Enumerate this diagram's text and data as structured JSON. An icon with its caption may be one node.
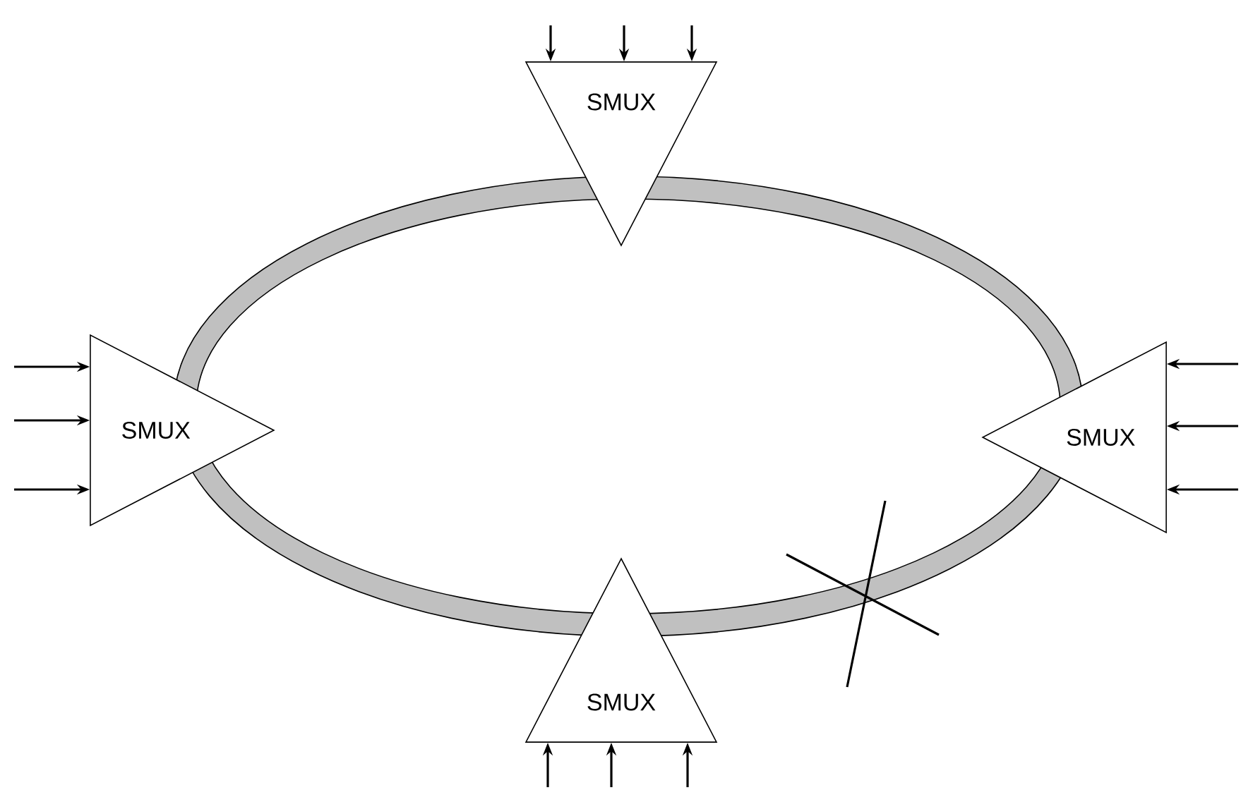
{
  "diagram": {
    "nodes": [
      {
        "text": [
          "SMUX"
        ]
      },
      {
        "text": [
          "SMUX"
        ]
      },
      {
        "text": [
          "SMUX"
        ]
      },
      {
        "text": [
          "SMUX"
        ]
      }
    ],
    "edges": [
      {
        "from": null,
        "to": 0,
        "arrow": "to"
      },
      {
        "from": null,
        "to": 0,
        "arrow": "to"
      },
      {
        "from": null,
        "to": 0,
        "arrow": "to"
      },
      {
        "from": null,
        "to": 1,
        "arrow": "to"
      },
      {
        "from": null,
        "to": 1,
        "arrow": "to"
      },
      {
        "from": null,
        "to": 1,
        "arrow": "to"
      },
      {
        "from": null,
        "to": 2,
        "arrow": "to"
      },
      {
        "from": null,
        "to": 2,
        "arrow": "to"
      },
      {
        "from": null,
        "to": 2,
        "arrow": "to"
      },
      {
        "from": null,
        "to": 3,
        "arrow": "to"
      },
      {
        "from": null,
        "to": 3,
        "arrow": "to"
      },
      {
        "from": null,
        "to": 3,
        "arrow": "to"
      }
    ]
  }
}
